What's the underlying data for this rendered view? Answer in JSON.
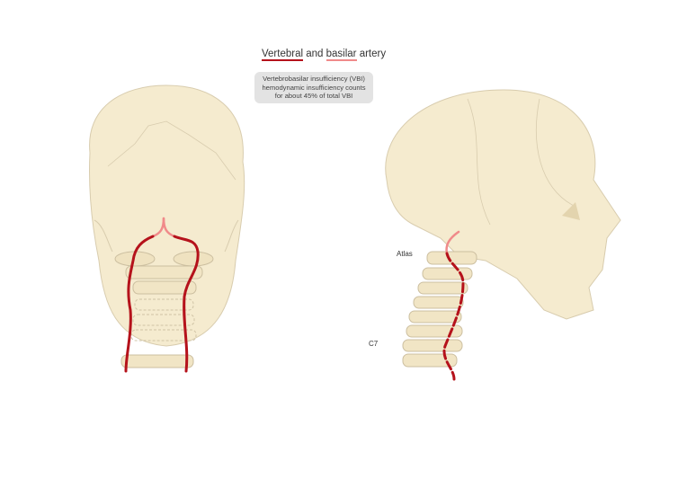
{
  "legend": {
    "vertebral": "Vertebral",
    "and": " and ",
    "basilar": "basilar",
    "artery": " artery"
  },
  "note": {
    "line1": "Vertebrobasilar insufficiency (VBI)",
    "line2": "hemodynamic insufficiency counts",
    "line3": "for about 45% of total VBI"
  },
  "labels": {
    "atlas": "Atlas",
    "c7": "C7"
  },
  "colors": {
    "bone": "#f5ebcf",
    "bone_stroke": "#ccbfa0",
    "vertebral": "#b5121b",
    "basilar": "#f08a8a"
  }
}
